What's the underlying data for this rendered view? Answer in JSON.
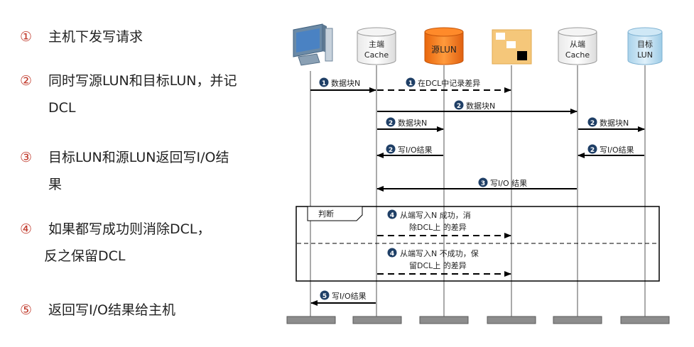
{
  "steps": [
    {
      "num": "①",
      "line1": "主机下发写请求",
      "line2": ""
    },
    {
      "num": "②",
      "line1": "同时写源LUN和目标LUN，并记",
      "line2": "DCL"
    },
    {
      "num": "③",
      "line1": "目标LUN和源LUN返回写I/O结",
      "line2": "果"
    },
    {
      "num": "④",
      "line1": "如果都写成功则消除DCL，",
      "line2": "反之保留DCL"
    },
    {
      "num": "⑤",
      "line1": "返回写I/O结果给主机",
      "line2": ""
    }
  ],
  "actors": {
    "primary_cache": {
      "line1": "主端",
      "line2": "Cache"
    },
    "source_lun": {
      "label": "源LUN"
    },
    "secondary_cache": {
      "line1": "从端",
      "line2": "Cache"
    },
    "target_lun": {
      "line1": "目标",
      "line2": "LUN"
    }
  },
  "messages": {
    "m1": {
      "num": "1",
      "text": "数据块N"
    },
    "m1b": {
      "num": "1",
      "text": "在DCL中记录差异"
    },
    "m2a": {
      "num": "2",
      "text": "数据块N"
    },
    "m2b": {
      "num": "2",
      "text": "数据块N"
    },
    "m2c": {
      "num": "2",
      "text": "数据块N"
    },
    "m3a": {
      "num": "2",
      "text": "写I/O结果"
    },
    "m3b": {
      "num": "2",
      "text": "写I/O结果"
    },
    "m3c": {
      "num": "3",
      "text": "写I/O 结果"
    },
    "m4a": {
      "num": "4",
      "line1": "从端写入N 成功，消",
      "line2": "除DCL上 的差异"
    },
    "m4b": {
      "num": "4",
      "line1": "从端写入N 不成功，保",
      "line2": "留DCL上 的差异"
    },
    "m5": {
      "num": "5",
      "text": "写I/O结果"
    }
  },
  "frame_label": "判断",
  "colors": {
    "badge": "#1f3f66",
    "source_lun": "#f07a1a",
    "dcl": "#f5c77a",
    "target_lun": "#b9dcef"
  }
}
